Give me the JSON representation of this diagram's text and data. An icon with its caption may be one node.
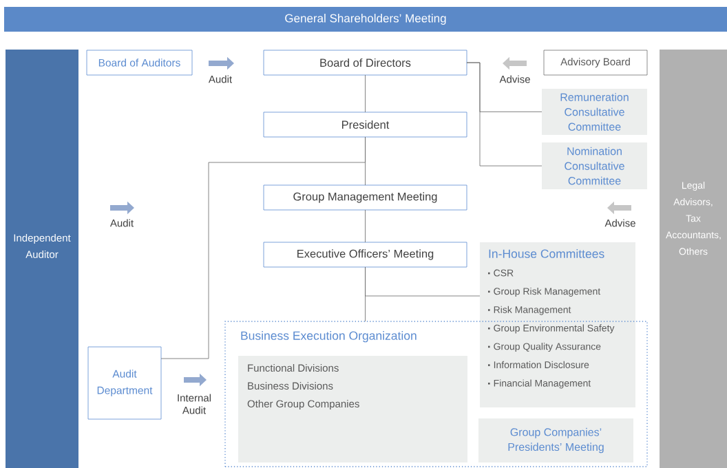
{
  "diagram": {
    "nodes": [
      {
        "text": [
          "General Shareholders’ Meeting"
        ]
      },
      {
        "text": [
          "Independent Auditor"
        ]
      },
      {
        "text": [
          "Legal Advisors, Tax Accountants, Others"
        ]
      },
      {
        "text": [
          "Board of Auditors"
        ]
      },
      {
        "text": [
          "Board of Directors"
        ]
      },
      {
        "text": [
          "Advisory Board"
        ]
      },
      {
        "text": [
          "Remuneration Consultative Committee"
        ]
      },
      {
        "text": [
          "President"
        ]
      },
      {
        "text": [
          "Nomination Consultative Committee"
        ]
      },
      {
        "text": [
          "Group Management Meeting"
        ]
      },
      {
        "text": [
          "Executive Officers’ Meeting"
        ]
      },
      {
        "text": [
          "In-House Committees",
          "CSR",
          "Group Risk Management",
          "Risk Management",
          "Group Environmental Safety",
          "Group Quality Assurance",
          "Information Disclosure",
          "Financial Management"
        ]
      },
      {
        "text": [
          "Business Execution Organization"
        ]
      },
      {
        "text": [
          "Functional Divisions",
          "Business Divisions",
          "Other Group Companies"
        ],
        "in": 12
      },
      {
        "text": [
          "Group Companies’ Presidents’ Meeting"
        ],
        "in": 12
      },
      {
        "text": [
          "Audit Department"
        ]
      }
    ],
    "edges": [
      {
        "from": 4,
        "to": 7,
        "arrow": "none"
      },
      {
        "from": 7,
        "to": 9,
        "arrow": "none"
      },
      {
        "from": 9,
        "to": 10,
        "arrow": "none"
      },
      {
        "from": 10,
        "to": 11,
        "arrow": "none"
      },
      {
        "from": 10,
        "to": 12,
        "arrow": "none"
      },
      {
        "from": 4,
        "to": 6,
        "arrow": "none"
      },
      {
        "from": 4,
        "to": 8,
        "arrow": "none"
      },
      {
        "from": 15,
        "to": 7,
        "arrow": "none"
      }
    ],
    "labels": [
      "Audit",
      "Advise",
      "Audit",
      "Advise",
      "Internal Audit"
    ]
  }
}
